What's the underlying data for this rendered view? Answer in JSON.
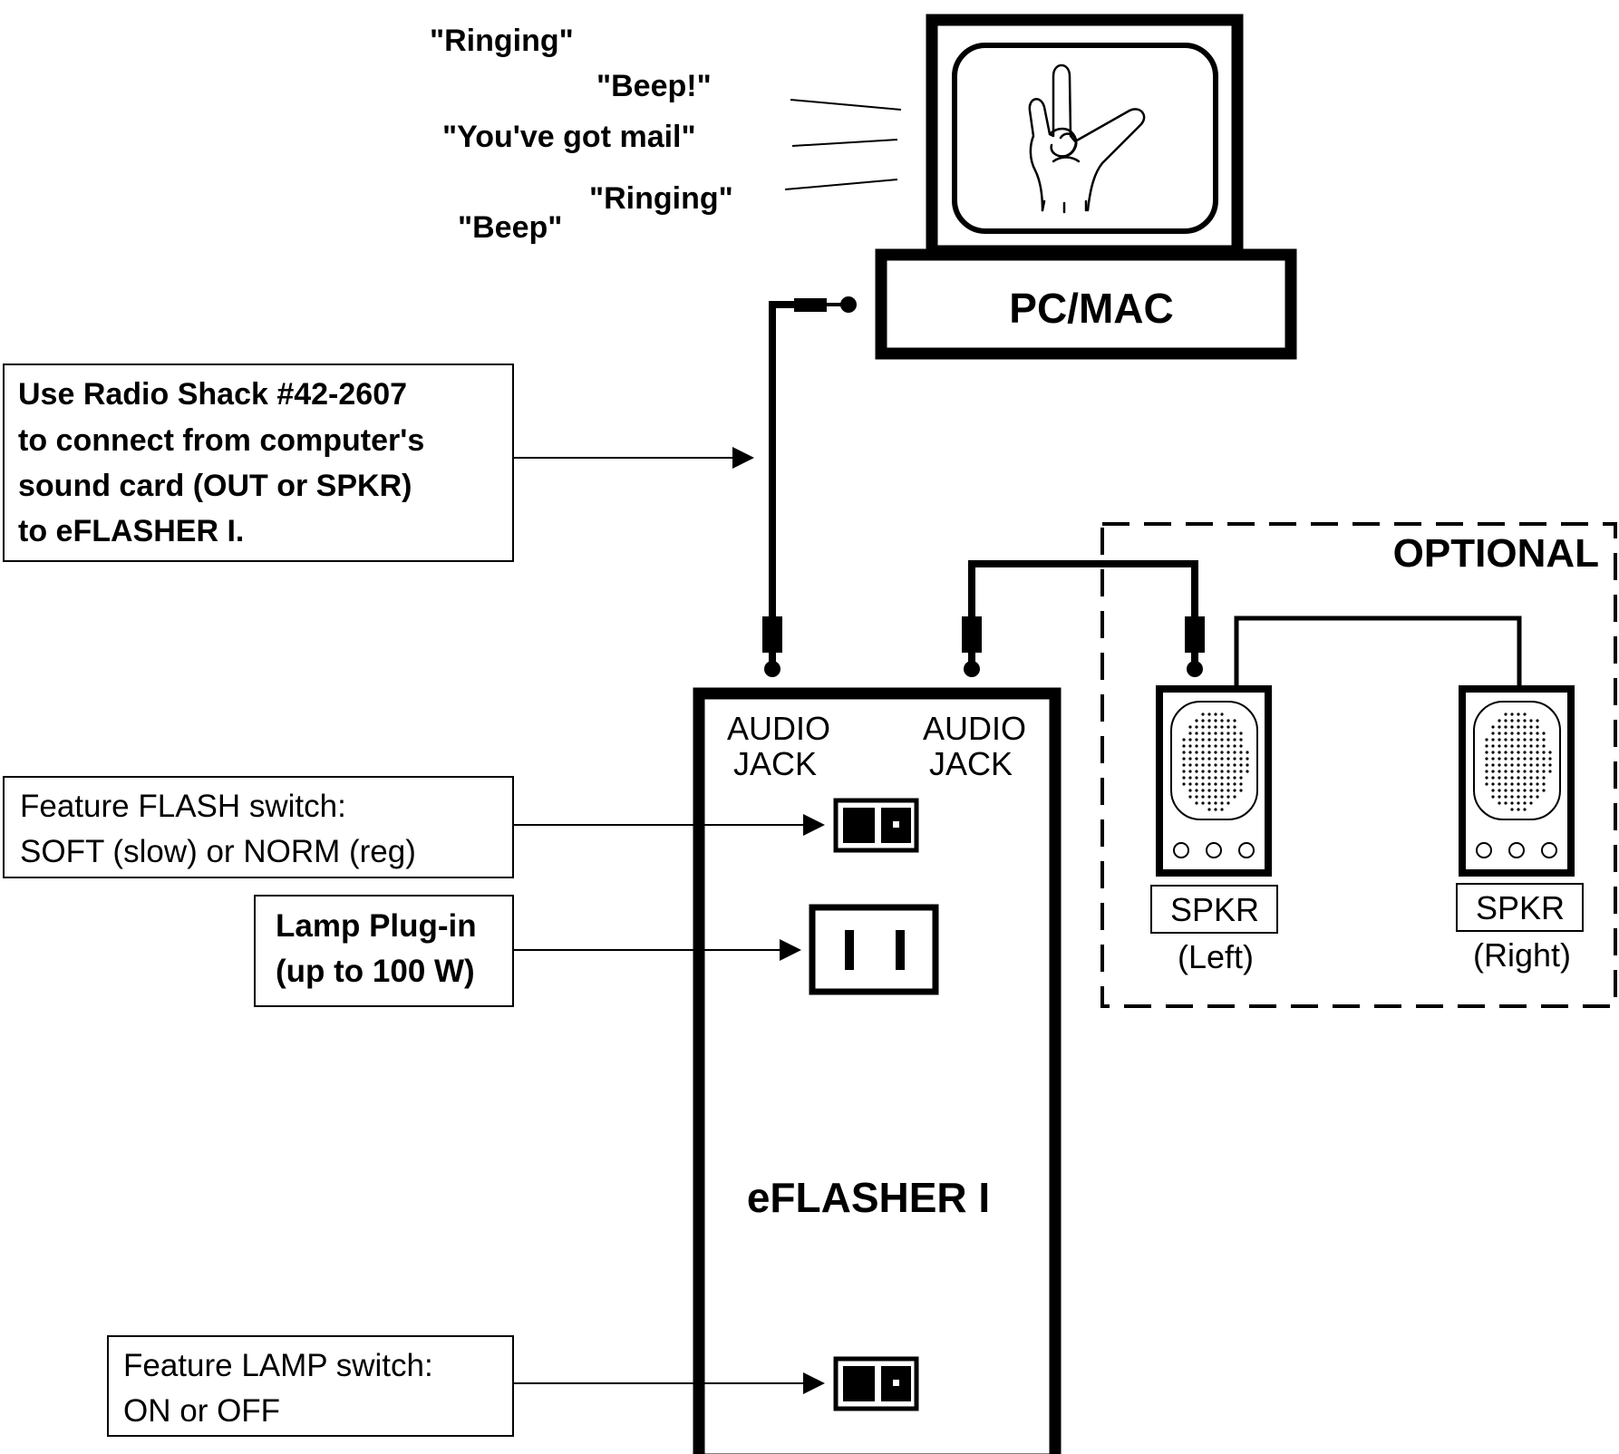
{
  "sounds": [
    "\"Ringing\"",
    "\"Beep!\"",
    "\"You've got mail\"",
    "\"Ringing\"",
    "\"Beep\""
  ],
  "computer": {
    "label": "PC/MAC",
    "screen_icon": "ily-hand-sign-icon"
  },
  "callouts": {
    "cable": [
      "Use Radio Shack #42-2607",
      "to connect from computer's",
      "sound card (OUT or SPKR)",
      "to eFLASHER I."
    ],
    "flash_switch": [
      "Feature FLASH switch:",
      "SOFT (slow) or NORM (reg)"
    ],
    "lamp_plug": [
      "Lamp Plug-in",
      "(up to 100 W)"
    ],
    "lamp_switch": [
      "Feature LAMP switch:",
      "ON or OFF"
    ]
  },
  "device": {
    "name": "eFLASHER I",
    "jack_left": [
      "AUDIO",
      "JACK"
    ],
    "jack_right": [
      "AUDIO",
      "JACK"
    ]
  },
  "optional": {
    "title": "OPTIONAL",
    "speaker_left": {
      "label": "SPKR",
      "side": "(Left)"
    },
    "speaker_right": {
      "label": "SPKR",
      "side": "(Right)"
    }
  },
  "colors": {
    "ink": "#000000",
    "paper": "#ffffff"
  }
}
